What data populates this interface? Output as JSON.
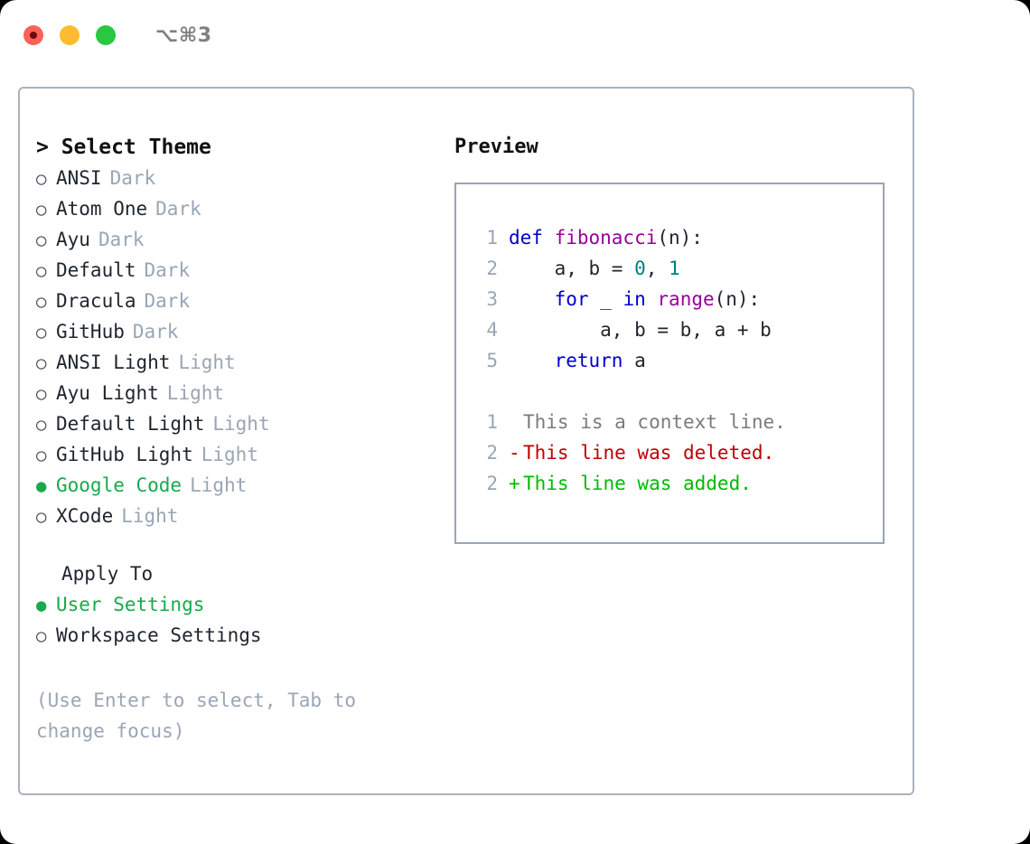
{
  "titlebar": {
    "shortcut": "⌥⌘3",
    "lights": [
      {
        "name": "close",
        "color": "#fc6058"
      },
      {
        "name": "minimize",
        "color": "#fdbc2f"
      },
      {
        "name": "maximize",
        "color": "#28c840"
      }
    ]
  },
  "theme_picker": {
    "header": "> Select Theme",
    "items": [
      {
        "bullet": "○",
        "name": "ANSI",
        "category": "Dark",
        "selected": false
      },
      {
        "bullet": "○",
        "name": "Atom One",
        "category": "Dark",
        "selected": false
      },
      {
        "bullet": "○",
        "name": "Ayu",
        "category": "Dark",
        "selected": false
      },
      {
        "bullet": "○",
        "name": "Default",
        "category": "Dark",
        "selected": false
      },
      {
        "bullet": "○",
        "name": "Dracula",
        "category": "Dark",
        "selected": false
      },
      {
        "bullet": "○",
        "name": "GitHub",
        "category": "Dark",
        "selected": false
      },
      {
        "bullet": "○",
        "name": "ANSI Light",
        "category": "Light",
        "selected": false
      },
      {
        "bullet": "○",
        "name": "Ayu Light",
        "category": "Light",
        "selected": false
      },
      {
        "bullet": "○",
        "name": "Default Light",
        "category": "Light",
        "selected": false
      },
      {
        "bullet": "○",
        "name": "GitHub Light",
        "category": "Light",
        "selected": false
      },
      {
        "bullet": "●",
        "name": "Google Code",
        "category": "Light",
        "selected": true
      },
      {
        "bullet": "○",
        "name": "XCode",
        "category": "Light",
        "selected": false
      }
    ]
  },
  "apply_to": {
    "header": "Apply To",
    "items": [
      {
        "bullet": "●",
        "name": "User Settings",
        "selected": true
      },
      {
        "bullet": "○",
        "name": "Workspace Settings",
        "selected": false
      }
    ]
  },
  "hint": "(Use Enter to select, Tab to change focus)",
  "preview": {
    "title": "Preview",
    "code_lines": [
      {
        "number": "1",
        "tokens": [
          {
            "text": "def ",
            "type": "kw"
          },
          {
            "text": "fibonacci",
            "type": "fn"
          },
          {
            "text": "(n):",
            "type": "pl"
          }
        ]
      },
      {
        "number": "2",
        "tokens": [
          {
            "text": "    a, b = ",
            "type": "pl"
          },
          {
            "text": "0",
            "type": "num"
          },
          {
            "text": ", ",
            "type": "pl"
          },
          {
            "text": "1",
            "type": "num"
          }
        ]
      },
      {
        "number": "3",
        "tokens": [
          {
            "text": "    ",
            "type": "pl"
          },
          {
            "text": "for",
            "type": "kw"
          },
          {
            "text": " _ ",
            "type": "pl"
          },
          {
            "text": "in",
            "type": "kw"
          },
          {
            "text": " ",
            "type": "pl"
          },
          {
            "text": "range",
            "type": "fn"
          },
          {
            "text": "(n):",
            "type": "pl"
          }
        ]
      },
      {
        "number": "4",
        "tokens": [
          {
            "text": "        a, b = b, a + b",
            "type": "pl"
          }
        ]
      },
      {
        "number": "5",
        "tokens": [
          {
            "text": "    ",
            "type": "pl"
          },
          {
            "text": "return",
            "type": "kw"
          },
          {
            "text": " a",
            "type": "pl"
          }
        ]
      }
    ],
    "diff_lines": [
      {
        "number": "1",
        "marker": " ",
        "text": "This is a context line.",
        "type": "context"
      },
      {
        "number": "2",
        "marker": "-",
        "text": "This line was deleted.",
        "type": "deleted"
      },
      {
        "number": "2",
        "marker": "+",
        "text": "This line was added.",
        "type": "added"
      }
    ]
  },
  "colors": {
    "accent_green": "#18a94b",
    "muted_gray": "#9aa5b5",
    "text_dark": "#1f252e",
    "keyword_blue": "#0000cc",
    "function_magenta": "#990099",
    "number_teal": "#008080",
    "diff_deleted_red": "#c00000",
    "diff_added_green": "#00bb00",
    "border_gray": "#aab2bf"
  }
}
